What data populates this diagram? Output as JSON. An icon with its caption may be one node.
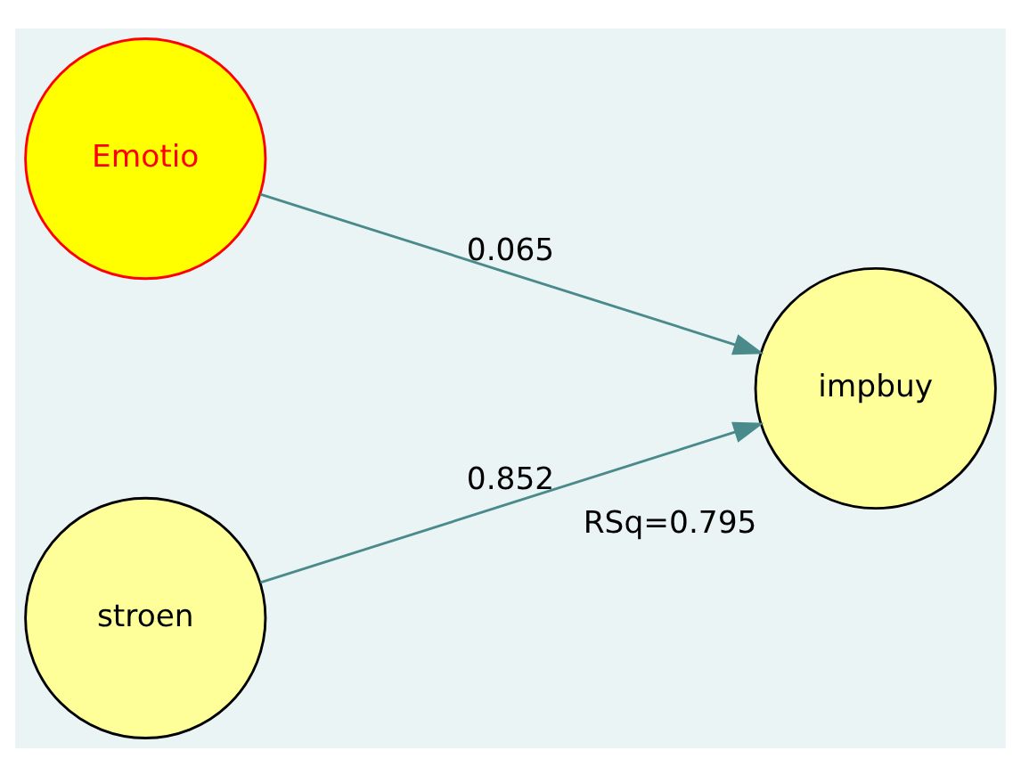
{
  "diagram": {
    "nodes": [
      {
        "text": [
          "Emotio"
        ]
      },
      {
        "text": [
          "stroen"
        ]
      },
      {
        "text": [
          "impbuy"
        ],
        "beside": [
          "RSq=0.795"
        ]
      }
    ],
    "edges": [
      {
        "from": 0,
        "to": 2,
        "arrow": "to",
        "label": "0.065"
      },
      {
        "from": 1,
        "to": 2,
        "arrow": "to",
        "label": "0.852"
      }
    ]
  }
}
